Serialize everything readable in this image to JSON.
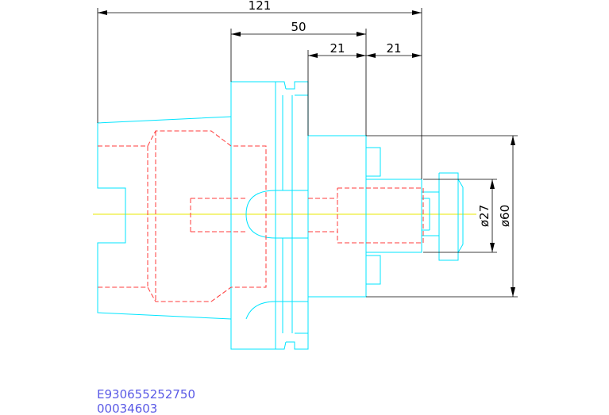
{
  "dimensions": {
    "overall_length": "121",
    "flange_to_face": "50",
    "body_length": "21",
    "nose_length": "21",
    "nose_diameter": "ø27",
    "body_diameter": "ø60"
  },
  "part_number": "E930655252750",
  "item_code": "00034603",
  "colors": {
    "outline": "#00e5ff",
    "hidden": "#ff3b3b",
    "centerline": "#e8e800",
    "dimension": "#000000",
    "code_text": "#5a5ae6"
  }
}
